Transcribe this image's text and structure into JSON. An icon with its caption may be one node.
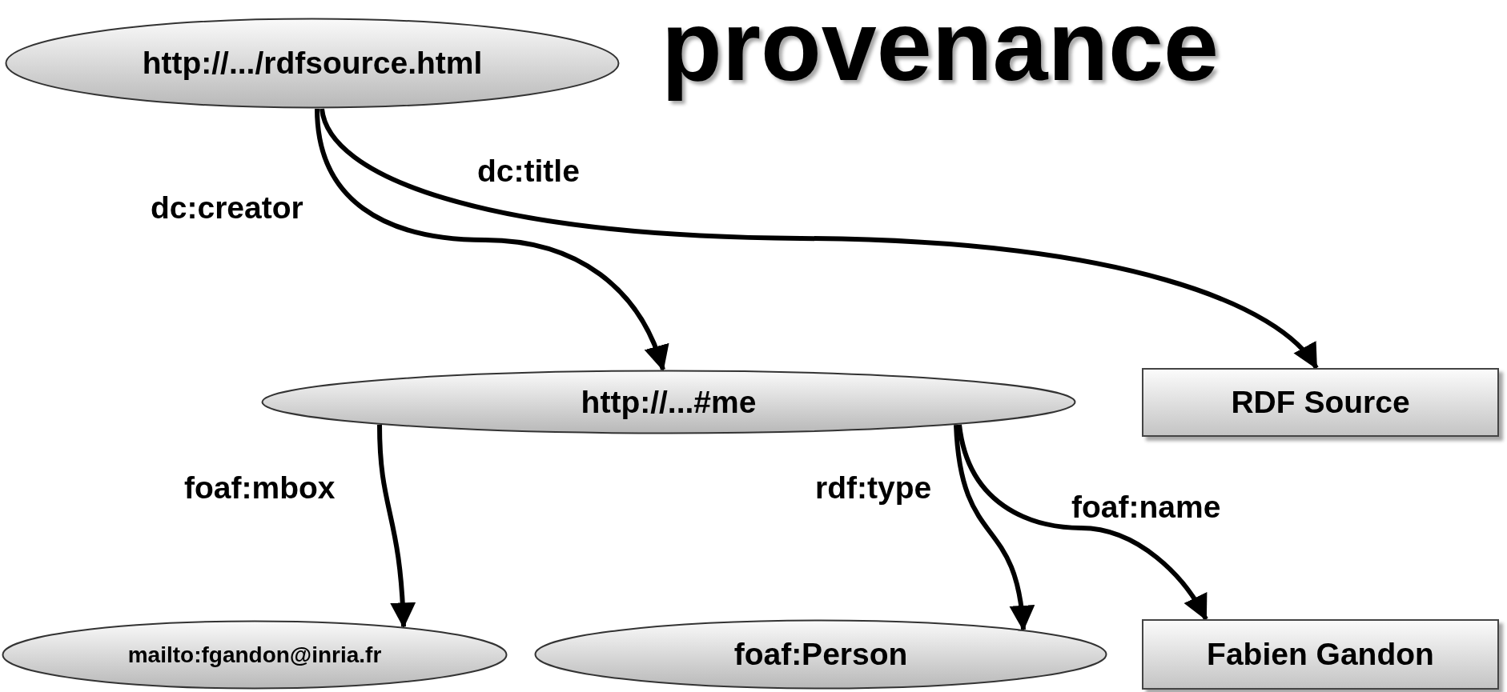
{
  "diagram": {
    "title": "provenance",
    "nodes": [
      {
        "text": [
          "http://.../rdfsource.html"
        ]
      },
      {
        "text": [
          "http://...#me"
        ]
      },
      {
        "text": [
          "RDF Source"
        ]
      },
      {
        "text": [
          "mailto:fgandon@inria.fr"
        ]
      },
      {
        "text": [
          "foaf:Person"
        ]
      },
      {
        "text": [
          "Fabien Gandon"
        ]
      }
    ],
    "edges": [
      {
        "from": 0,
        "to": 1,
        "arrow": "to",
        "label": "dc:creator"
      },
      {
        "from": 0,
        "to": 2,
        "arrow": "to",
        "label": "dc:title"
      },
      {
        "from": 1,
        "to": 3,
        "arrow": "to",
        "label": "foaf:mbox"
      },
      {
        "from": 1,
        "to": 4,
        "arrow": "to",
        "label": "rdf:type"
      },
      {
        "from": 1,
        "to": 5,
        "arrow": "to",
        "label": "foaf:name"
      }
    ]
  }
}
